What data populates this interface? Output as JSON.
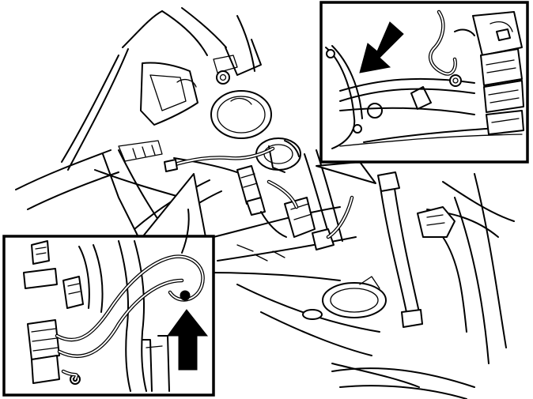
{
  "diagram": {
    "background": "#ffffff",
    "line_color": "#000000",
    "components": [
      {
        "name": "vehicle-floor-overview"
      },
      {
        "name": "fuel-pump-sender-assembly"
      },
      {
        "name": "wiring-harness"
      },
      {
        "name": "detail-view-top-right",
        "arrow_icon": "arrow-down-left-icon"
      },
      {
        "name": "detail-view-bottom-left",
        "arrow_icon": "arrow-up-icon"
      }
    ]
  }
}
